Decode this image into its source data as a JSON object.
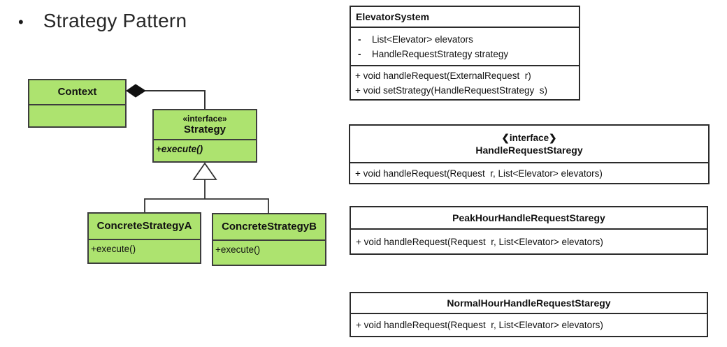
{
  "header": {
    "bullet": "•",
    "title": "Strategy Pattern"
  },
  "colors": {
    "uml_fill": "#ade36f",
    "uml_border": "#3d3d3d",
    "class_border": "#2b2b2b",
    "connector": "#333333",
    "diamond_fill": "#111111",
    "background": "#ffffff",
    "text": "#111111"
  },
  "uml": {
    "context": {
      "title": "Context"
    },
    "strategy": {
      "stereotype": "«interface»",
      "title": "Strategy",
      "method": "+execute()"
    },
    "concrete_a": {
      "title": "ConcreteStrategyA",
      "method": "+execute()"
    },
    "concrete_b": {
      "title": "ConcreteStrategyB",
      "method": "+execute()"
    }
  },
  "classes": {
    "elevator_system": {
      "title": "ElevatorSystem",
      "attr_bullet": "-",
      "attributes": [
        "List<Elevator> elevators",
        "HandleRequestStrategy strategy"
      ],
      "methods": [
        "+ void handleRequest(ExternalRequest  r)",
        "+ void setStrategy(HandleRequestStrategy  s)"
      ]
    },
    "hrs_interface": {
      "stereotype": "❮interface❯",
      "title": "HandleRequestStaregy",
      "methods": [
        "+ void handleRequest(Request  r, List<Elevator> elevators)"
      ]
    },
    "peak": {
      "title": "PeakHourHandleRequestStaregy",
      "methods": [
        "+ void handleRequest(Request  r, List<Elevator> elevators)"
      ]
    },
    "normal": {
      "title": "NormalHourHandleRequestStaregy",
      "methods": [
        "+ void handleRequest(Request  r, List<Elevator> elevators)"
      ]
    }
  }
}
